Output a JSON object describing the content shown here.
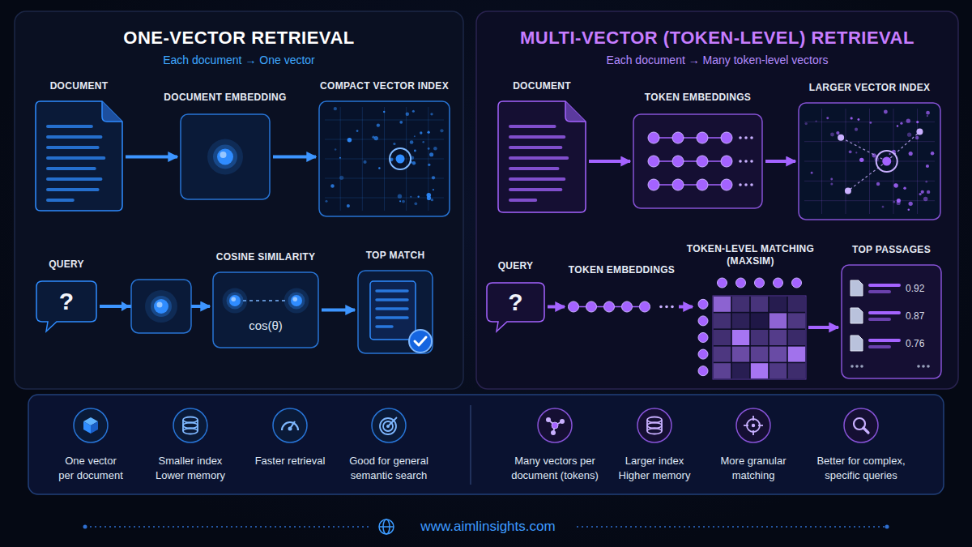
{
  "diagram": {
    "nodes": [
      {
        "text": [
          "ONE-VECTOR RETRIEVAL",
          "Each document → One vector"
        ]
      },
      {
        "text": [
          "DOCUMENT"
        ],
        "in": 0
      },
      {
        "text": [
          "DOCUMENT EMBEDDING"
        ],
        "in": 0
      },
      {
        "text": [
          "COMPACT VECTOR INDEX"
        ],
        "in": 0
      },
      {
        "text": [
          "QUERY",
          "?"
        ],
        "in": 0
      },
      {
        "text": [
          "COSINE SIMILARITY",
          "cos(θ)"
        ],
        "in": 0
      },
      {
        "text": [
          "TOP MATCH"
        ],
        "in": 0
      },
      {
        "text": [
          "MULTI-VECTOR (TOKEN-LEVEL) RETRIEVAL",
          "Each document → Many token-level vectors"
        ]
      },
      {
        "text": [
          "DOCUMENT"
        ],
        "in": 7
      },
      {
        "text": [
          "TOKEN EMBEDDINGS"
        ],
        "in": 7
      },
      {
        "text": [
          "LARGER VECTOR INDEX"
        ],
        "in": 7
      },
      {
        "text": [
          "QUERY",
          "?"
        ],
        "in": 7
      },
      {
        "text": [
          "TOKEN EMBEDDINGS"
        ],
        "in": 7
      },
      {
        "text": [
          "TOKEN-LEVEL MATCHING (MAXSIM)"
        ],
        "in": 7
      },
      {
        "text": [
          "TOP PASSAGES",
          "0.92",
          "0.87",
          "0.76"
        ],
        "in": 7
      },
      {
        "text": [
          "One vector per document"
        ]
      },
      {
        "text": [
          "Smaller index",
          "Lower memory"
        ]
      },
      {
        "text": [
          "Faster retrieval"
        ]
      },
      {
        "text": [
          "Good for general semantic search"
        ]
      },
      {
        "text": [
          "Many vectors per document (tokens)"
        ]
      },
      {
        "text": [
          "Larger index",
          "Higher memory"
        ]
      },
      {
        "text": [
          "More granular matching"
        ]
      },
      {
        "text": [
          "Better for complex, specific queries"
        ]
      }
    ],
    "edges": [
      {
        "from": 1,
        "to": 2,
        "arrow": "to"
      },
      {
        "from": 2,
        "to": 3,
        "arrow": "to"
      },
      {
        "from": 4,
        "to": 5,
        "arrow": "to"
      },
      {
        "from": 5,
        "to": 6,
        "arrow": "to"
      },
      {
        "from": 8,
        "to": 9,
        "arrow": "to"
      },
      {
        "from": 9,
        "to": 10,
        "arrow": "to"
      },
      {
        "from": 11,
        "to": 12,
        "arrow": "to"
      },
      {
        "from": 12,
        "to": 13,
        "arrow": "to"
      },
      {
        "from": 13,
        "to": 14,
        "arrow": "to"
      }
    ],
    "labels": [
      "www.aimlinsights.com"
    ]
  }
}
